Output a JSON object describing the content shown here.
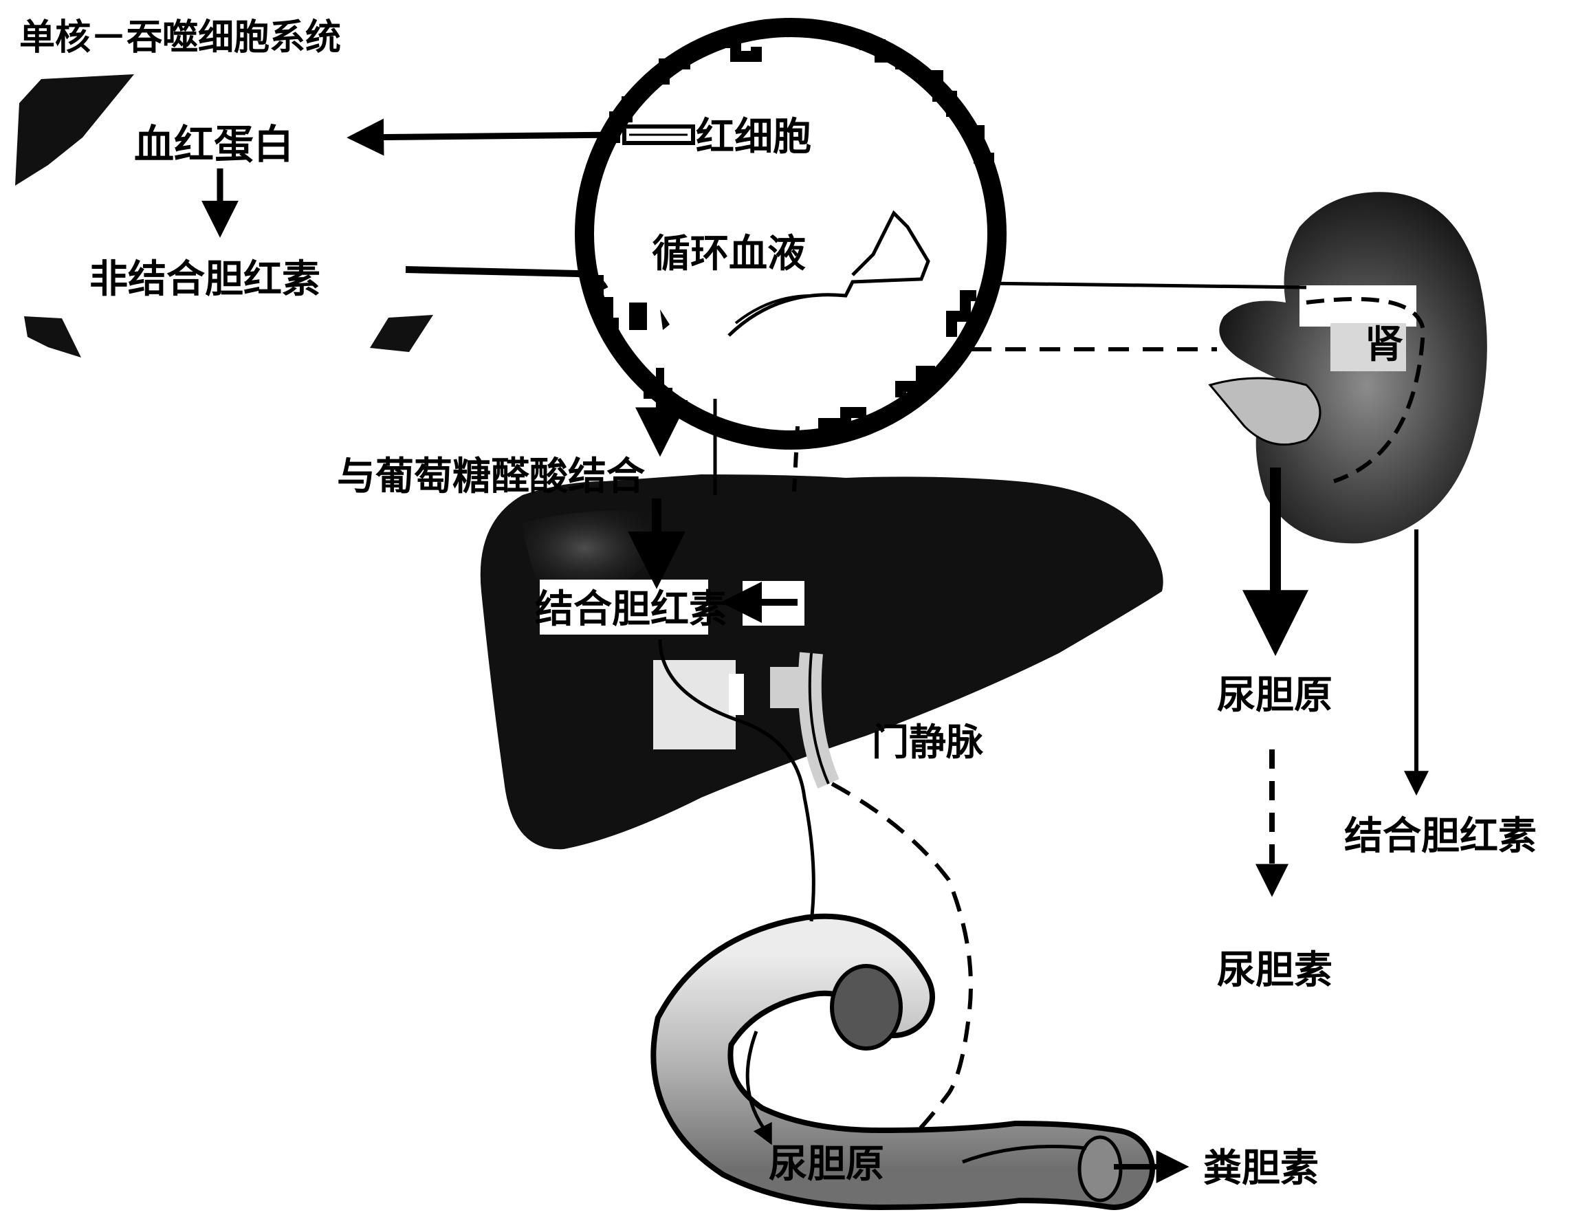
{
  "title": "单核－吞噬细胞系统",
  "labels": {
    "hemoglobin": "血红蛋白",
    "rbc": "红细胞",
    "circulation": "循环血液",
    "unconjugated": "非结合胆红素",
    "conjugation": "与葡萄糖醛酸结合",
    "conjugated_in_liver": "结合胆红素",
    "portal_vein": "门静脉",
    "kidney": "肾",
    "urobilinogen_urine": "尿胆原",
    "urobilin": "尿胆素",
    "conjugated_out": "结合胆红素",
    "urobilinogen_intestine": "尿胆原",
    "stercobilin": "粪胆素"
  },
  "colors": {
    "ink": "#000000",
    "paper": "#ffffff",
    "organ_dark": "#111111",
    "intestine_light": "#d9d9d9",
    "intestine_mid": "#9a9a9a"
  }
}
